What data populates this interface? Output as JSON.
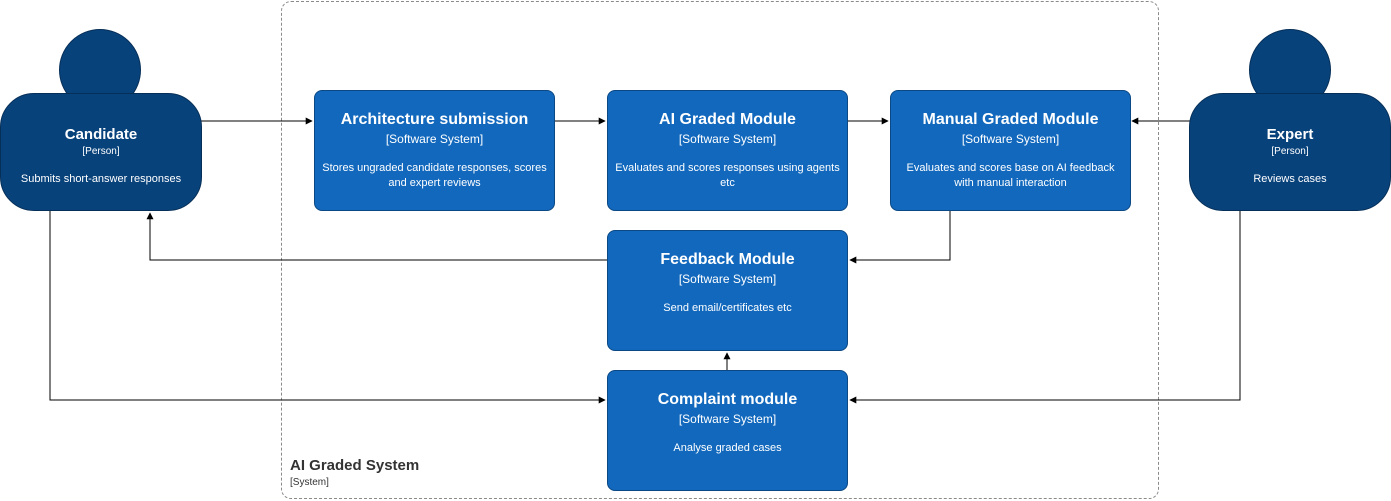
{
  "boundary": {
    "title": "AI Graded System",
    "subtitle": "[System]"
  },
  "persons": {
    "candidate": {
      "name": "Candidate",
      "type": "[Person]",
      "description": "Submits short-answer responses"
    },
    "expert": {
      "name": "Expert",
      "type": "[Person]",
      "description": "Reviews cases"
    }
  },
  "systems": {
    "architecture": {
      "name": "Architecture submission",
      "type": "[Software System]",
      "description": "Stores ungraded candidate responses, scores and expert reviews"
    },
    "ai_graded": {
      "name": "AI Graded Module",
      "type": "[Software System]",
      "description": "Evaluates and scores responses using agents etc"
    },
    "manual_graded": {
      "name": "Manual Graded Module",
      "type": "[Software System]",
      "description": "Evaluates and scores base on AI feedback with manual interaction"
    },
    "feedback": {
      "name": "Feedback Module",
      "type": "[Software System]",
      "description": "Send email/certificates etc"
    },
    "complaint": {
      "name": "Complaint module",
      "type": "[Software System]",
      "description": "Analyse graded cases"
    }
  },
  "colors": {
    "person": "#08427b",
    "system": "#1168bd",
    "connector": "#000000",
    "boundary": "#8a8a8a"
  }
}
